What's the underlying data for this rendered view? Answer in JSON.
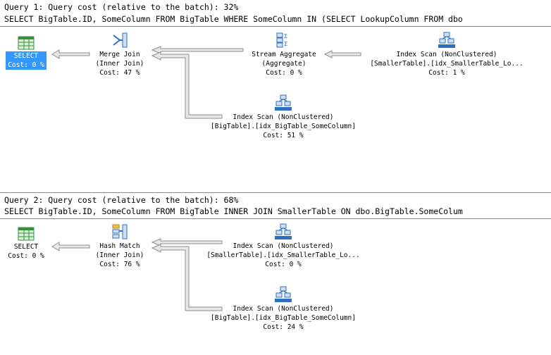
{
  "query1": {
    "header": "Query 1: Query cost (relative to the batch): 32%",
    "sql": "SELECT BigTable.ID, SomeColumn FROM BigTable WHERE SomeColumn IN (SELECT LookupColumn FROM dbo",
    "nodes": {
      "select": {
        "line1": "SELECT",
        "line2": "Cost: 0 %"
      },
      "merge_join": {
        "line1": "Merge Join",
        "line2": "(Inner Join)",
        "line3": "Cost: 47 %"
      },
      "stream_aggregate": {
        "line1": "Stream Aggregate",
        "line2": "(Aggregate)",
        "line3": "Cost: 0 %"
      },
      "index_scan_small": {
        "line1": "Index Scan (NonClustered)",
        "line2": "[SmallerTable].[idx_SmallerTable_Lo...",
        "line3": "Cost: 1 %"
      },
      "index_scan_big": {
        "line1": "Index Scan (NonClustered)",
        "line2": "[BigTable].[idx_BigTable_SomeColumn]",
        "line3": "Cost: 51 %"
      }
    }
  },
  "query2": {
    "header": "Query 2: Query cost (relative to the batch): 68%",
    "sql": "SELECT BigTable.ID, SomeColumn FROM BigTable INNER JOIN SmallerTable ON dbo.BigTable.SomeColum",
    "nodes": {
      "select": {
        "line1": "SELECT",
        "line2": "Cost: 0 %"
      },
      "hash_match": {
        "line1": "Hash Match",
        "line2": "(Inner Join)",
        "line3": "Cost: 76 %"
      },
      "index_scan_small": {
        "line1": "Index Scan (NonClustered)",
        "line2": "[SmallerTable].[idx_SmallerTable_Lo...",
        "line3": "Cost: 0 %"
      },
      "index_scan_big": {
        "line1": "Index Scan (NonClustered)",
        "line2": "[BigTable].[idx_BigTable_SomeColumn]",
        "line3": "Cost: 24 %"
      }
    }
  },
  "colors": {
    "selected": "#3399ff",
    "icon_blue": "#2f6fbf",
    "icon_green": "#3b8f3b",
    "arrow_fill": "#e8e8e8",
    "arrow_stroke": "#8c8c8c"
  }
}
